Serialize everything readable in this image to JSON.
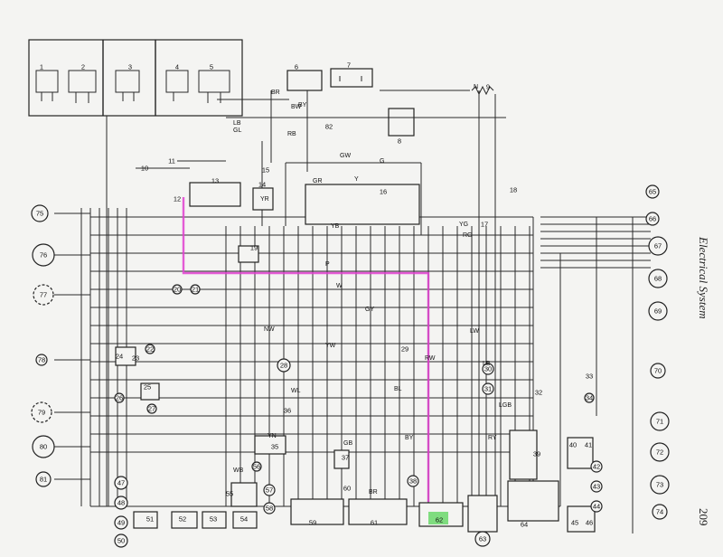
{
  "page": {
    "side_title": "Electrical System",
    "page_number": "209"
  },
  "highlight_color": "#e040d0",
  "component_label_color": "#7fdc7f",
  "wire_codes": [
    "BR",
    "BY",
    "LB",
    "GL",
    "RB",
    "N",
    "BW",
    "GW",
    "G",
    "Y",
    "GR",
    "YR",
    "YB",
    "YG",
    "RG",
    "P",
    "W",
    "GY",
    "NW",
    "LW",
    "YW",
    "WL",
    "BL",
    "RW",
    "GB",
    "LGB",
    "RY",
    "WB",
    "YN"
  ],
  "components": [
    {
      "id": "c1",
      "label": "1"
    },
    {
      "id": "c2",
      "label": "2"
    },
    {
      "id": "c3",
      "label": "3"
    },
    {
      "id": "c4",
      "label": "4"
    },
    {
      "id": "c5",
      "label": "5"
    },
    {
      "id": "c6",
      "label": "6"
    },
    {
      "id": "c7",
      "label": "7"
    },
    {
      "id": "c8",
      "label": "8"
    },
    {
      "id": "c9",
      "label": "9"
    },
    {
      "id": "c10",
      "label": "10"
    },
    {
      "id": "c11",
      "label": "11"
    },
    {
      "id": "c12",
      "label": "12"
    },
    {
      "id": "c13",
      "label": "13"
    },
    {
      "id": "c14",
      "label": "14"
    },
    {
      "id": "c15",
      "label": "15"
    },
    {
      "id": "c16",
      "label": "16"
    },
    {
      "id": "c17",
      "label": "17"
    },
    {
      "id": "c18",
      "label": "18"
    },
    {
      "id": "c19",
      "label": "19"
    },
    {
      "id": "c20",
      "label": "20"
    },
    {
      "id": "c21",
      "label": "21"
    },
    {
      "id": "c22",
      "label": "22"
    },
    {
      "id": "c23",
      "label": "23"
    },
    {
      "id": "c24",
      "label": "24"
    },
    {
      "id": "c25",
      "label": "25"
    },
    {
      "id": "c26",
      "label": "26"
    },
    {
      "id": "c27",
      "label": "27"
    },
    {
      "id": "c28",
      "label": "28"
    },
    {
      "id": "c29",
      "label": "29"
    },
    {
      "id": "c30",
      "label": "30"
    },
    {
      "id": "c31",
      "label": "31"
    },
    {
      "id": "c32",
      "label": "32"
    },
    {
      "id": "c33",
      "label": "33"
    },
    {
      "id": "c34",
      "label": "34"
    },
    {
      "id": "c35",
      "label": "35"
    },
    {
      "id": "c36",
      "label": "36"
    },
    {
      "id": "c37",
      "label": "37"
    },
    {
      "id": "c38",
      "label": "38"
    },
    {
      "id": "c39",
      "label": "39"
    },
    {
      "id": "c40",
      "label": "40"
    },
    {
      "id": "c41",
      "label": "41"
    },
    {
      "id": "c42",
      "label": "42"
    },
    {
      "id": "c43",
      "label": "43"
    },
    {
      "id": "c44",
      "label": "44"
    },
    {
      "id": "c45",
      "label": "45"
    },
    {
      "id": "c46",
      "label": "46"
    },
    {
      "id": "c47",
      "label": "47"
    },
    {
      "id": "c48",
      "label": "48"
    },
    {
      "id": "c49",
      "label": "49"
    },
    {
      "id": "c50",
      "label": "50"
    },
    {
      "id": "c51",
      "label": "51"
    },
    {
      "id": "c52",
      "label": "52"
    },
    {
      "id": "c53",
      "label": "53"
    },
    {
      "id": "c54",
      "label": "54"
    },
    {
      "id": "c55",
      "label": "55"
    },
    {
      "id": "c56",
      "label": "56"
    },
    {
      "id": "c57",
      "label": "57"
    },
    {
      "id": "c58",
      "label": "58"
    },
    {
      "id": "c59",
      "label": "59"
    },
    {
      "id": "c60",
      "label": "60"
    },
    {
      "id": "c61",
      "label": "61"
    },
    {
      "id": "c62",
      "label": "62"
    },
    {
      "id": "c63",
      "label": "63"
    },
    {
      "id": "c64",
      "label": "64"
    },
    {
      "id": "c65",
      "label": "65"
    },
    {
      "id": "c66",
      "label": "66"
    },
    {
      "id": "c67",
      "label": "67"
    },
    {
      "id": "c68",
      "label": "68"
    },
    {
      "id": "c69",
      "label": "69"
    },
    {
      "id": "c70",
      "label": "70"
    },
    {
      "id": "c71",
      "label": "71"
    },
    {
      "id": "c72",
      "label": "72"
    },
    {
      "id": "c73",
      "label": "73"
    },
    {
      "id": "c74",
      "label": "74"
    },
    {
      "id": "c75",
      "label": "75"
    },
    {
      "id": "c76",
      "label": "76"
    },
    {
      "id": "c77",
      "label": "77"
    },
    {
      "id": "c78",
      "label": "78"
    },
    {
      "id": "c79",
      "label": "79"
    },
    {
      "id": "c80",
      "label": "80"
    },
    {
      "id": "c81",
      "label": "81"
    },
    {
      "id": "c82",
      "label": "82"
    }
  ]
}
